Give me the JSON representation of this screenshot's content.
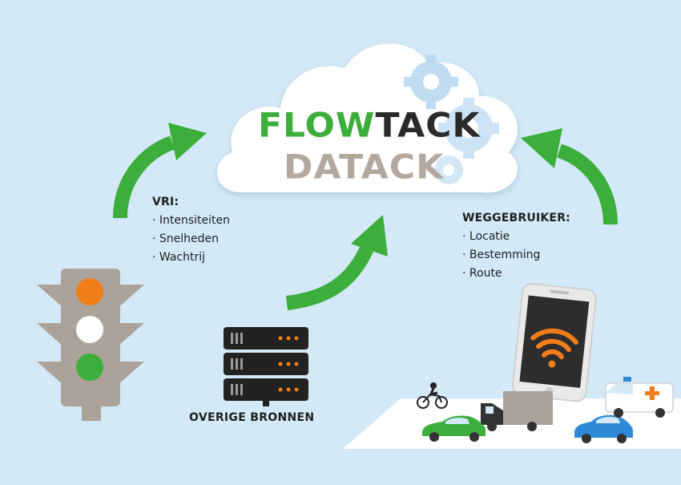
{
  "logo": {
    "part_green": "FLOW",
    "part_dark": "TACK",
    "line2": "DATACK"
  },
  "vri": {
    "heading": "VRI:",
    "items": [
      "· Intensiteiten",
      "· Snelheden",
      "· Wachtrij"
    ]
  },
  "weggebruiker": {
    "heading": "WEGGEBRUIKER:",
    "items": [
      "· Locatie",
      "· Bestemming",
      "· Route"
    ]
  },
  "overige_bronnen": "OVERIGE BRONNEN",
  "colors": {
    "background": "#d3e9f7",
    "arrow_green": "#3cae3c",
    "signal_orange": "#f07d1a",
    "signal_green": "#3cae3c",
    "traffic_light_body": "#aba399",
    "wifi_orange": "#f07d1a",
    "car_green": "#3cae3c",
    "car_blue": "#2f8ad6"
  }
}
